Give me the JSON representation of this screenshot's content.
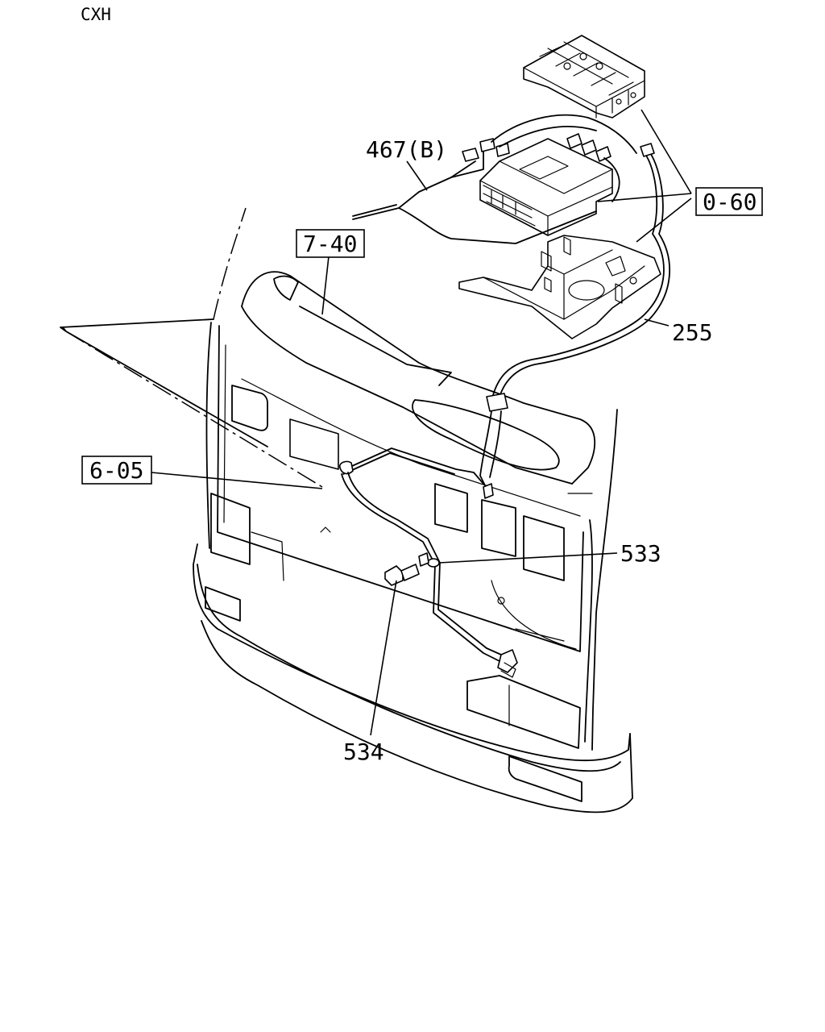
{
  "header": {
    "model_code": "CXH"
  },
  "callouts": {
    "harness_467b": "467(B)",
    "ref_0_60": "0-60",
    "ref_7_40": "7-40",
    "part_255": "255",
    "ref_6_05": "6-05",
    "part_533": "533",
    "part_534": "534"
  }
}
